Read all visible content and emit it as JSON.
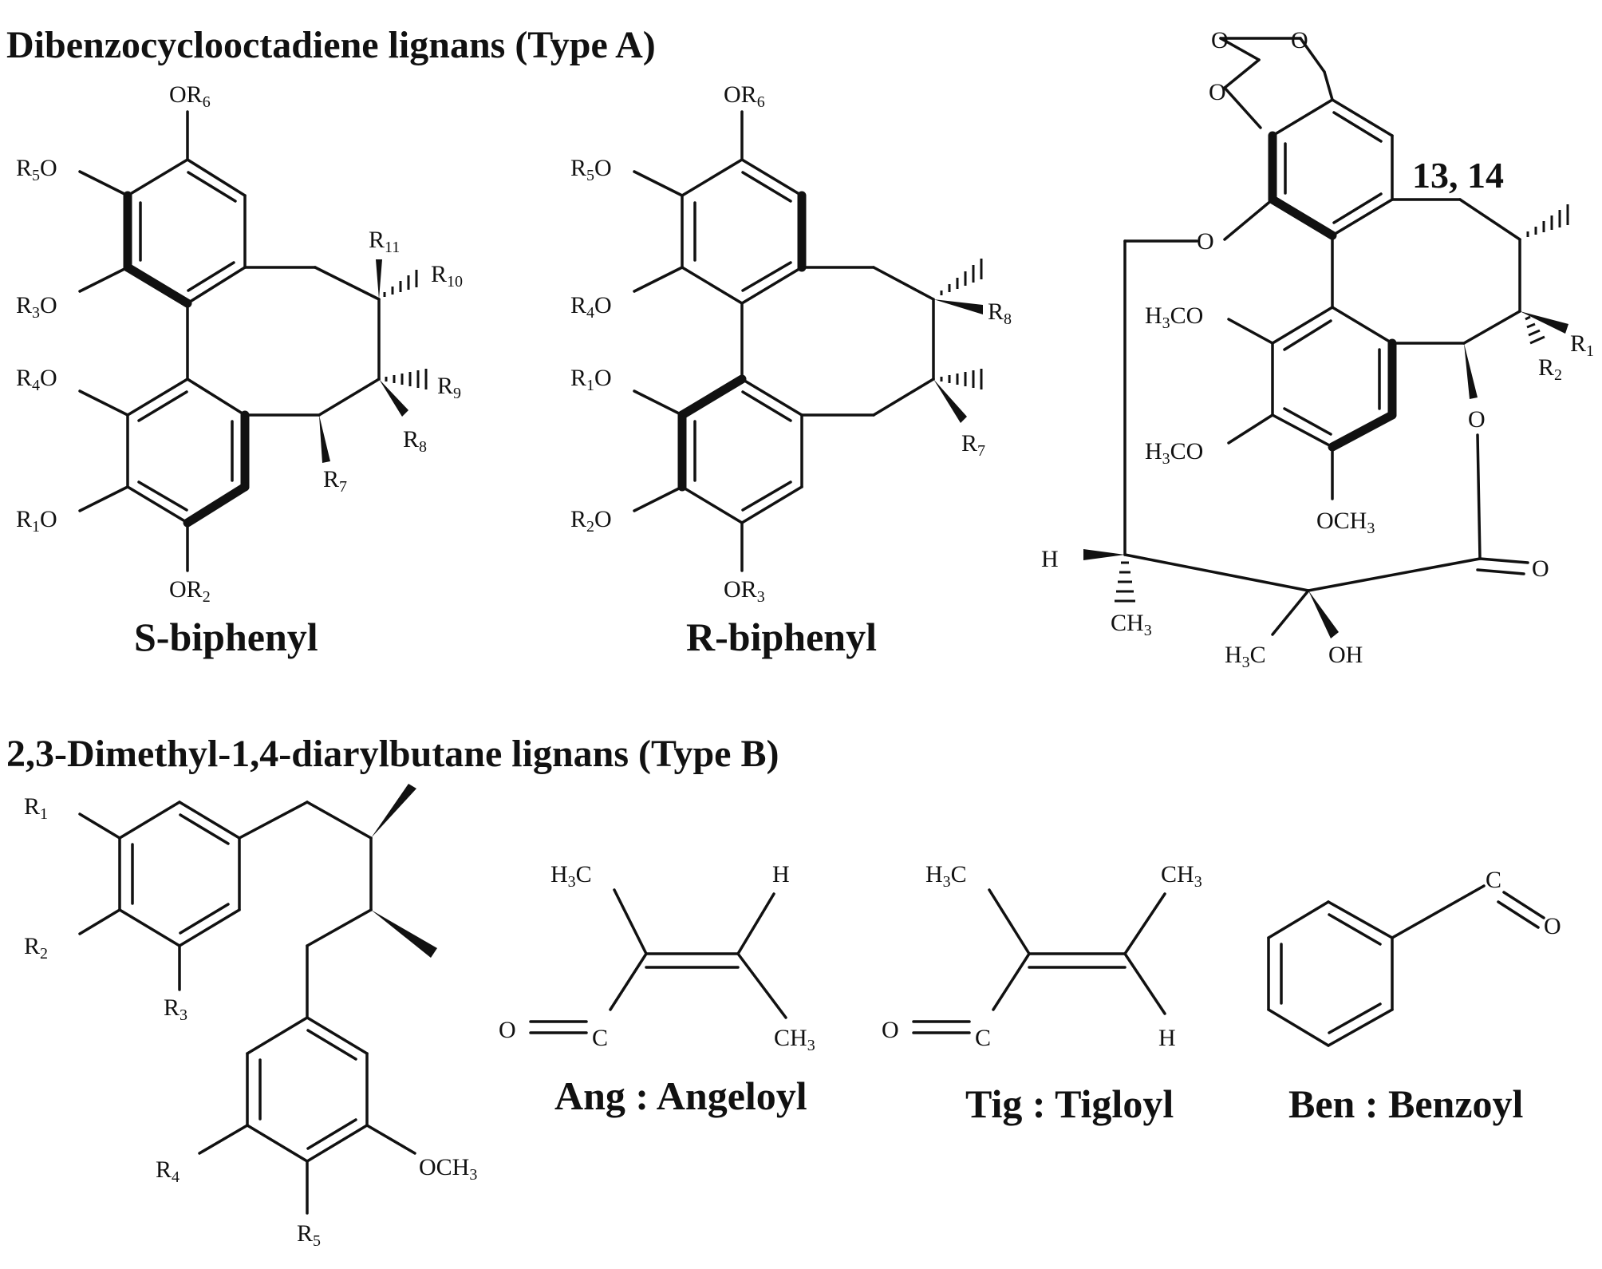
{
  "headings": {
    "type_a": "Dibenzocyclooctadiene lignans (Type A)",
    "type_b": "2,3-Dimethyl-1,4-diarylbutane lignans (Type B)"
  },
  "captions": {
    "s_biphenyl": "S-biphenyl",
    "r_biphenyl": "R-biphenyl",
    "compound_numbers": "13, 14",
    "angeloyl": "Ang : Angeloyl",
    "tigloyl": "Tig : Tigloyl",
    "benzoyl": "Ben : Benzoyl"
  },
  "atoms": {
    "oxygen": "O",
    "hydrogen": "H",
    "carbon": "C",
    "OR": "OR",
    "OR_suffix": "O",
    "R": "R",
    "H3C_left": "H",
    "H3C_right": "C",
    "CH": "CH",
    "OH": "OH",
    "OCH": "OCH",
    "CO": "CO",
    "sub_3": "3"
  },
  "subscripts": {
    "r1": "1",
    "r2": "2",
    "r3": "3",
    "r4": "4",
    "r5": "5",
    "r6": "6",
    "r7": "7",
    "r8": "8",
    "r9": "9",
    "r10": "10",
    "r11": "11"
  },
  "colors": {
    "ink": "#111111",
    "background": "#ffffff"
  }
}
